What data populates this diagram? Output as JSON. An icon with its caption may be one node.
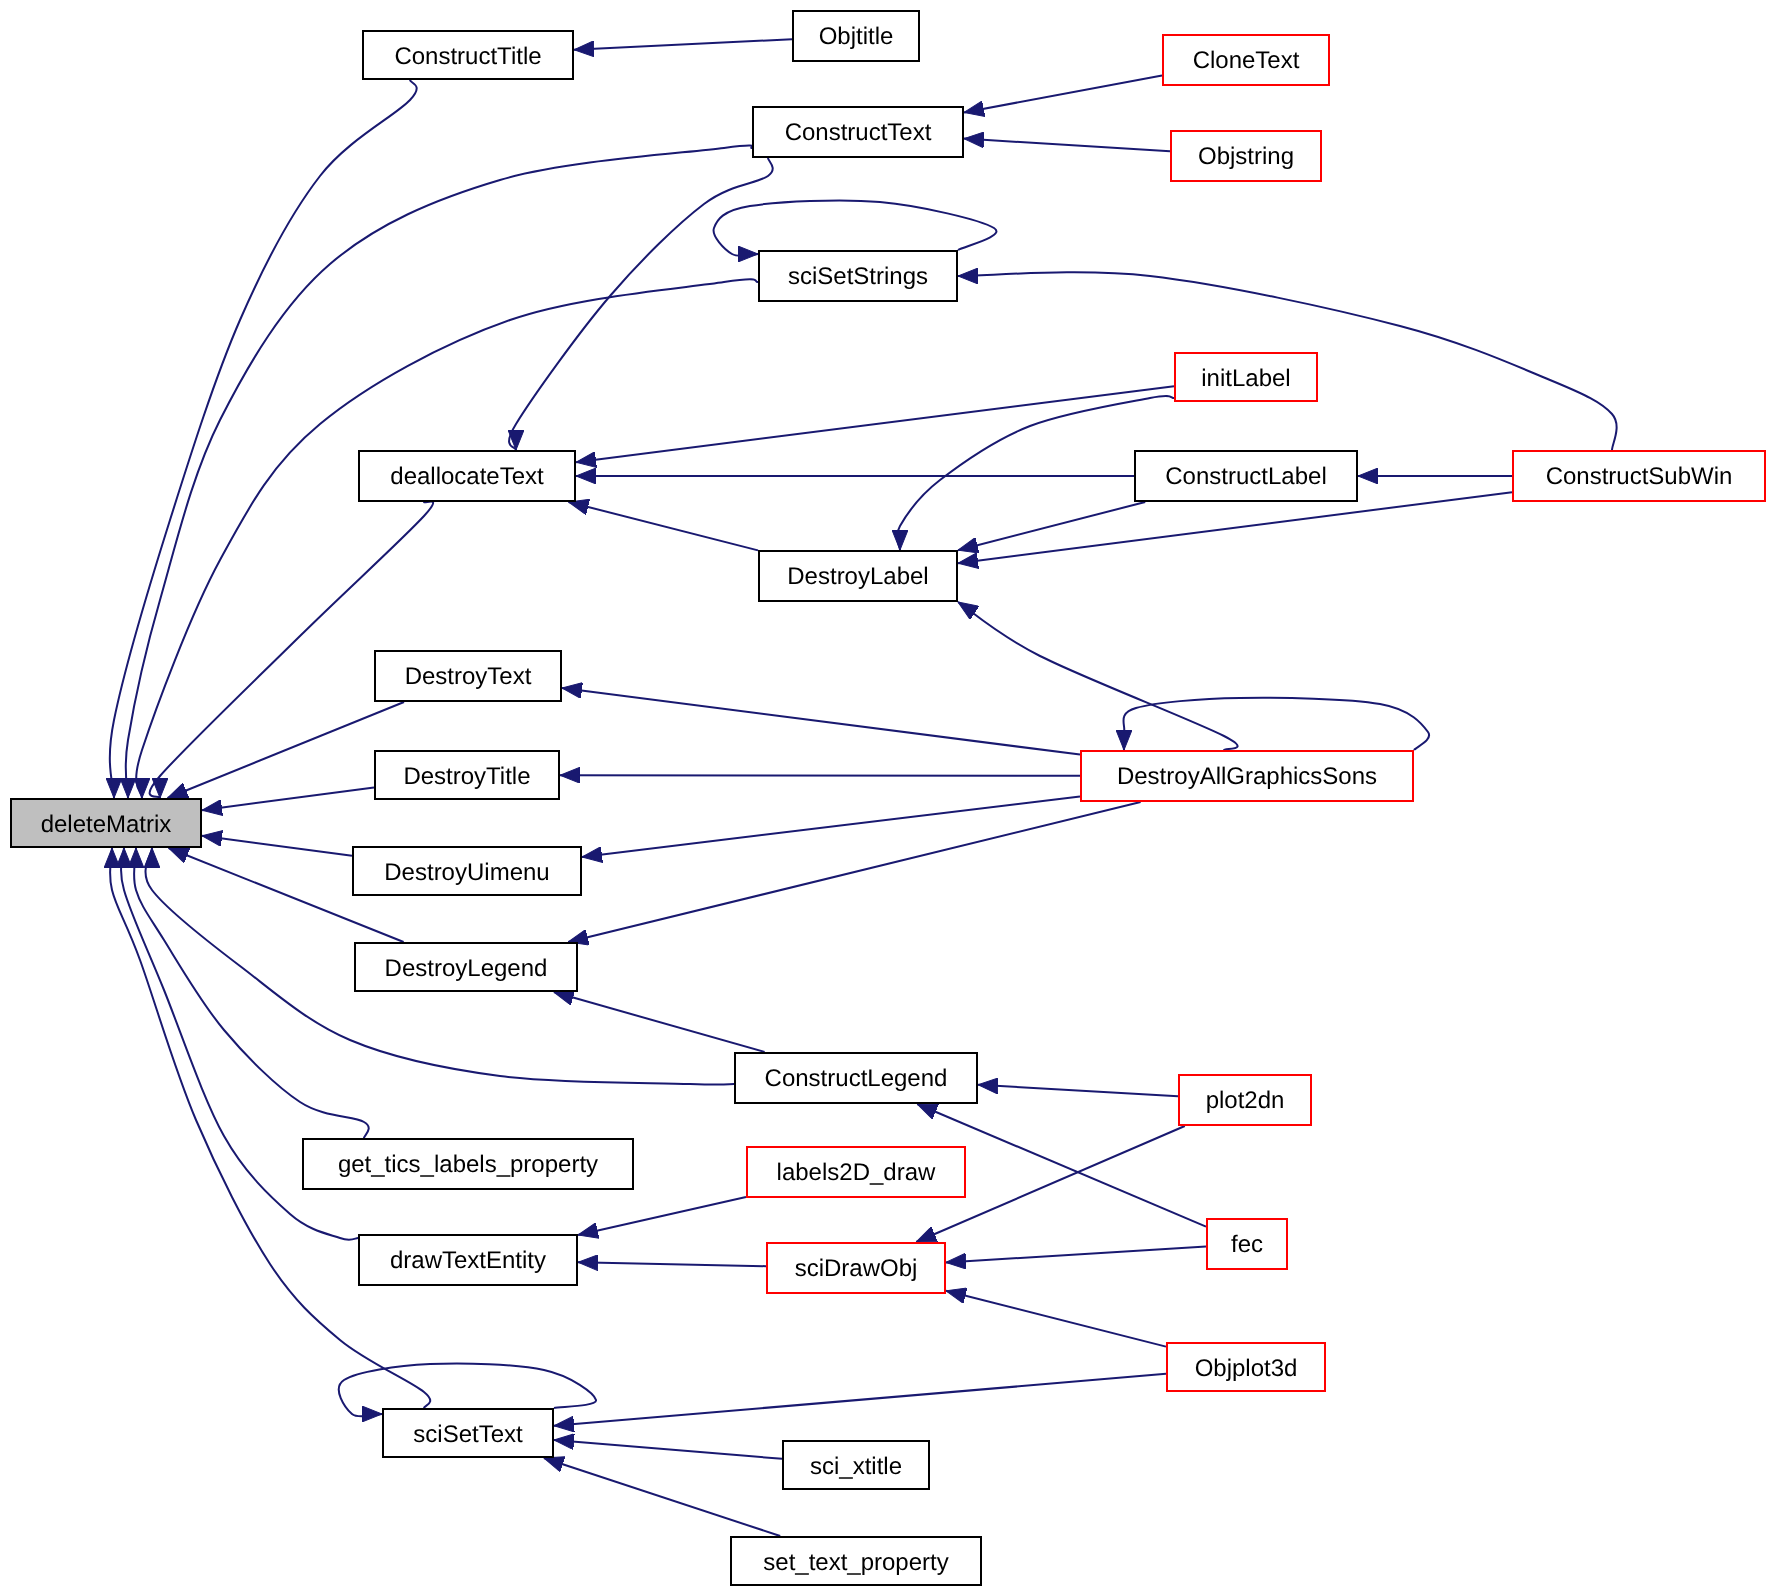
{
  "diagram": {
    "nodes": [
      {
        "text": [
          "deleteMatrix"
        ]
      },
      {
        "text": [
          "ConstructTitle"
        ]
      },
      {
        "text": [
          "Objtitle"
        ]
      },
      {
        "text": [
          "ConstructText"
        ]
      },
      {
        "text": [
          "CloneText"
        ]
      },
      {
        "text": [
          "Objstring"
        ]
      },
      {
        "text": [
          "sciSetStrings"
        ]
      },
      {
        "text": [
          "deallocateText"
        ]
      },
      {
        "text": [
          "initLabel"
        ]
      },
      {
        "text": [
          "ConstructLabel"
        ]
      },
      {
        "text": [
          "ConstructSubWin"
        ]
      },
      {
        "text": [
          "DestroyLabel"
        ]
      },
      {
        "text": [
          "DestroyText"
        ]
      },
      {
        "text": [
          "DestroyTitle"
        ]
      },
      {
        "text": [
          "DestroyAllGraphicsSons"
        ]
      },
      {
        "text": [
          "DestroyUimenu"
        ]
      },
      {
        "text": [
          "DestroyLegend"
        ]
      },
      {
        "text": [
          "ConstructLegend"
        ]
      },
      {
        "text": [
          "plot2dn"
        ]
      },
      {
        "text": [
          "get_tics_labels_property"
        ]
      },
      {
        "text": [
          "labels2D_draw"
        ]
      },
      {
        "text": [
          "drawTextEntity"
        ]
      },
      {
        "text": [
          "sciDrawObj"
        ]
      },
      {
        "text": [
          "fec"
        ]
      },
      {
        "text": [
          "Objplot3d"
        ]
      },
      {
        "text": [
          "sciSetText"
        ]
      },
      {
        "text": [
          "sci_xtitle"
        ]
      },
      {
        "text": [
          "set_text_property"
        ]
      }
    ],
    "edges": [
      {
        "from": 1,
        "to": 0,
        "arrow": "to"
      },
      {
        "from": 2,
        "to": 1,
        "arrow": "to"
      },
      {
        "from": 3,
        "to": 0,
        "arrow": "to"
      },
      {
        "from": 4,
        "to": 3,
        "arrow": "to"
      },
      {
        "from": 5,
        "to": 3,
        "arrow": "to"
      },
      {
        "from": 6,
        "to": 0,
        "arrow": "to"
      },
      {
        "from": 6,
        "to": 6,
        "arrow": "to"
      },
      {
        "from": 10,
        "to": 6,
        "arrow": "to"
      },
      {
        "from": 3,
        "to": 7,
        "arrow": "to"
      },
      {
        "from": 7,
        "to": 0,
        "arrow": "to"
      },
      {
        "from": 8,
        "to": 7,
        "arrow": "to"
      },
      {
        "from": 9,
        "to": 7,
        "arrow": "to"
      },
      {
        "from": 11,
        "to": 7,
        "arrow": "to"
      },
      {
        "from": 8,
        "to": 11,
        "arrow": "to"
      },
      {
        "from": 9,
        "to": 11,
        "arrow": "to"
      },
      {
        "from": 10,
        "to": 9,
        "arrow": "to"
      },
      {
        "from": 10,
        "to": 11,
        "arrow": "to"
      },
      {
        "from": 14,
        "to": 11,
        "arrow": "to"
      },
      {
        "from": 12,
        "to": 0,
        "arrow": "to"
      },
      {
        "from": 14,
        "to": 12,
        "arrow": "to"
      },
      {
        "from": 13,
        "to": 0,
        "arrow": "to"
      },
      {
        "from": 14,
        "to": 13,
        "arrow": "to"
      },
      {
        "from": 14,
        "to": 14,
        "arrow": "to"
      },
      {
        "from": 15,
        "to": 0,
        "arrow": "to"
      },
      {
        "from": 14,
        "to": 15,
        "arrow": "to"
      },
      {
        "from": 16,
        "to": 0,
        "arrow": "to"
      },
      {
        "from": 14,
        "to": 16,
        "arrow": "to"
      },
      {
        "from": 17,
        "to": 16,
        "arrow": "to"
      },
      {
        "from": 17,
        "to": 0,
        "arrow": "to"
      },
      {
        "from": 18,
        "to": 17,
        "arrow": "to"
      },
      {
        "from": 23,
        "to": 17,
        "arrow": "to"
      },
      {
        "from": 19,
        "to": 0,
        "arrow": "to"
      },
      {
        "from": 21,
        "to": 0,
        "arrow": "to"
      },
      {
        "from": 20,
        "to": 21,
        "arrow": "to"
      },
      {
        "from": 22,
        "to": 21,
        "arrow": "to"
      },
      {
        "from": 18,
        "to": 22,
        "arrow": "to"
      },
      {
        "from": 23,
        "to": 22,
        "arrow": "to"
      },
      {
        "from": 24,
        "to": 22,
        "arrow": "to"
      },
      {
        "from": 25,
        "to": 0,
        "arrow": "to"
      },
      {
        "from": 25,
        "to": 25,
        "arrow": "to"
      },
      {
        "from": 24,
        "to": 25,
        "arrow": "to"
      },
      {
        "from": 26,
        "to": 25,
        "arrow": "to"
      },
      {
        "from": 27,
        "to": 25,
        "arrow": "to"
      }
    ]
  }
}
